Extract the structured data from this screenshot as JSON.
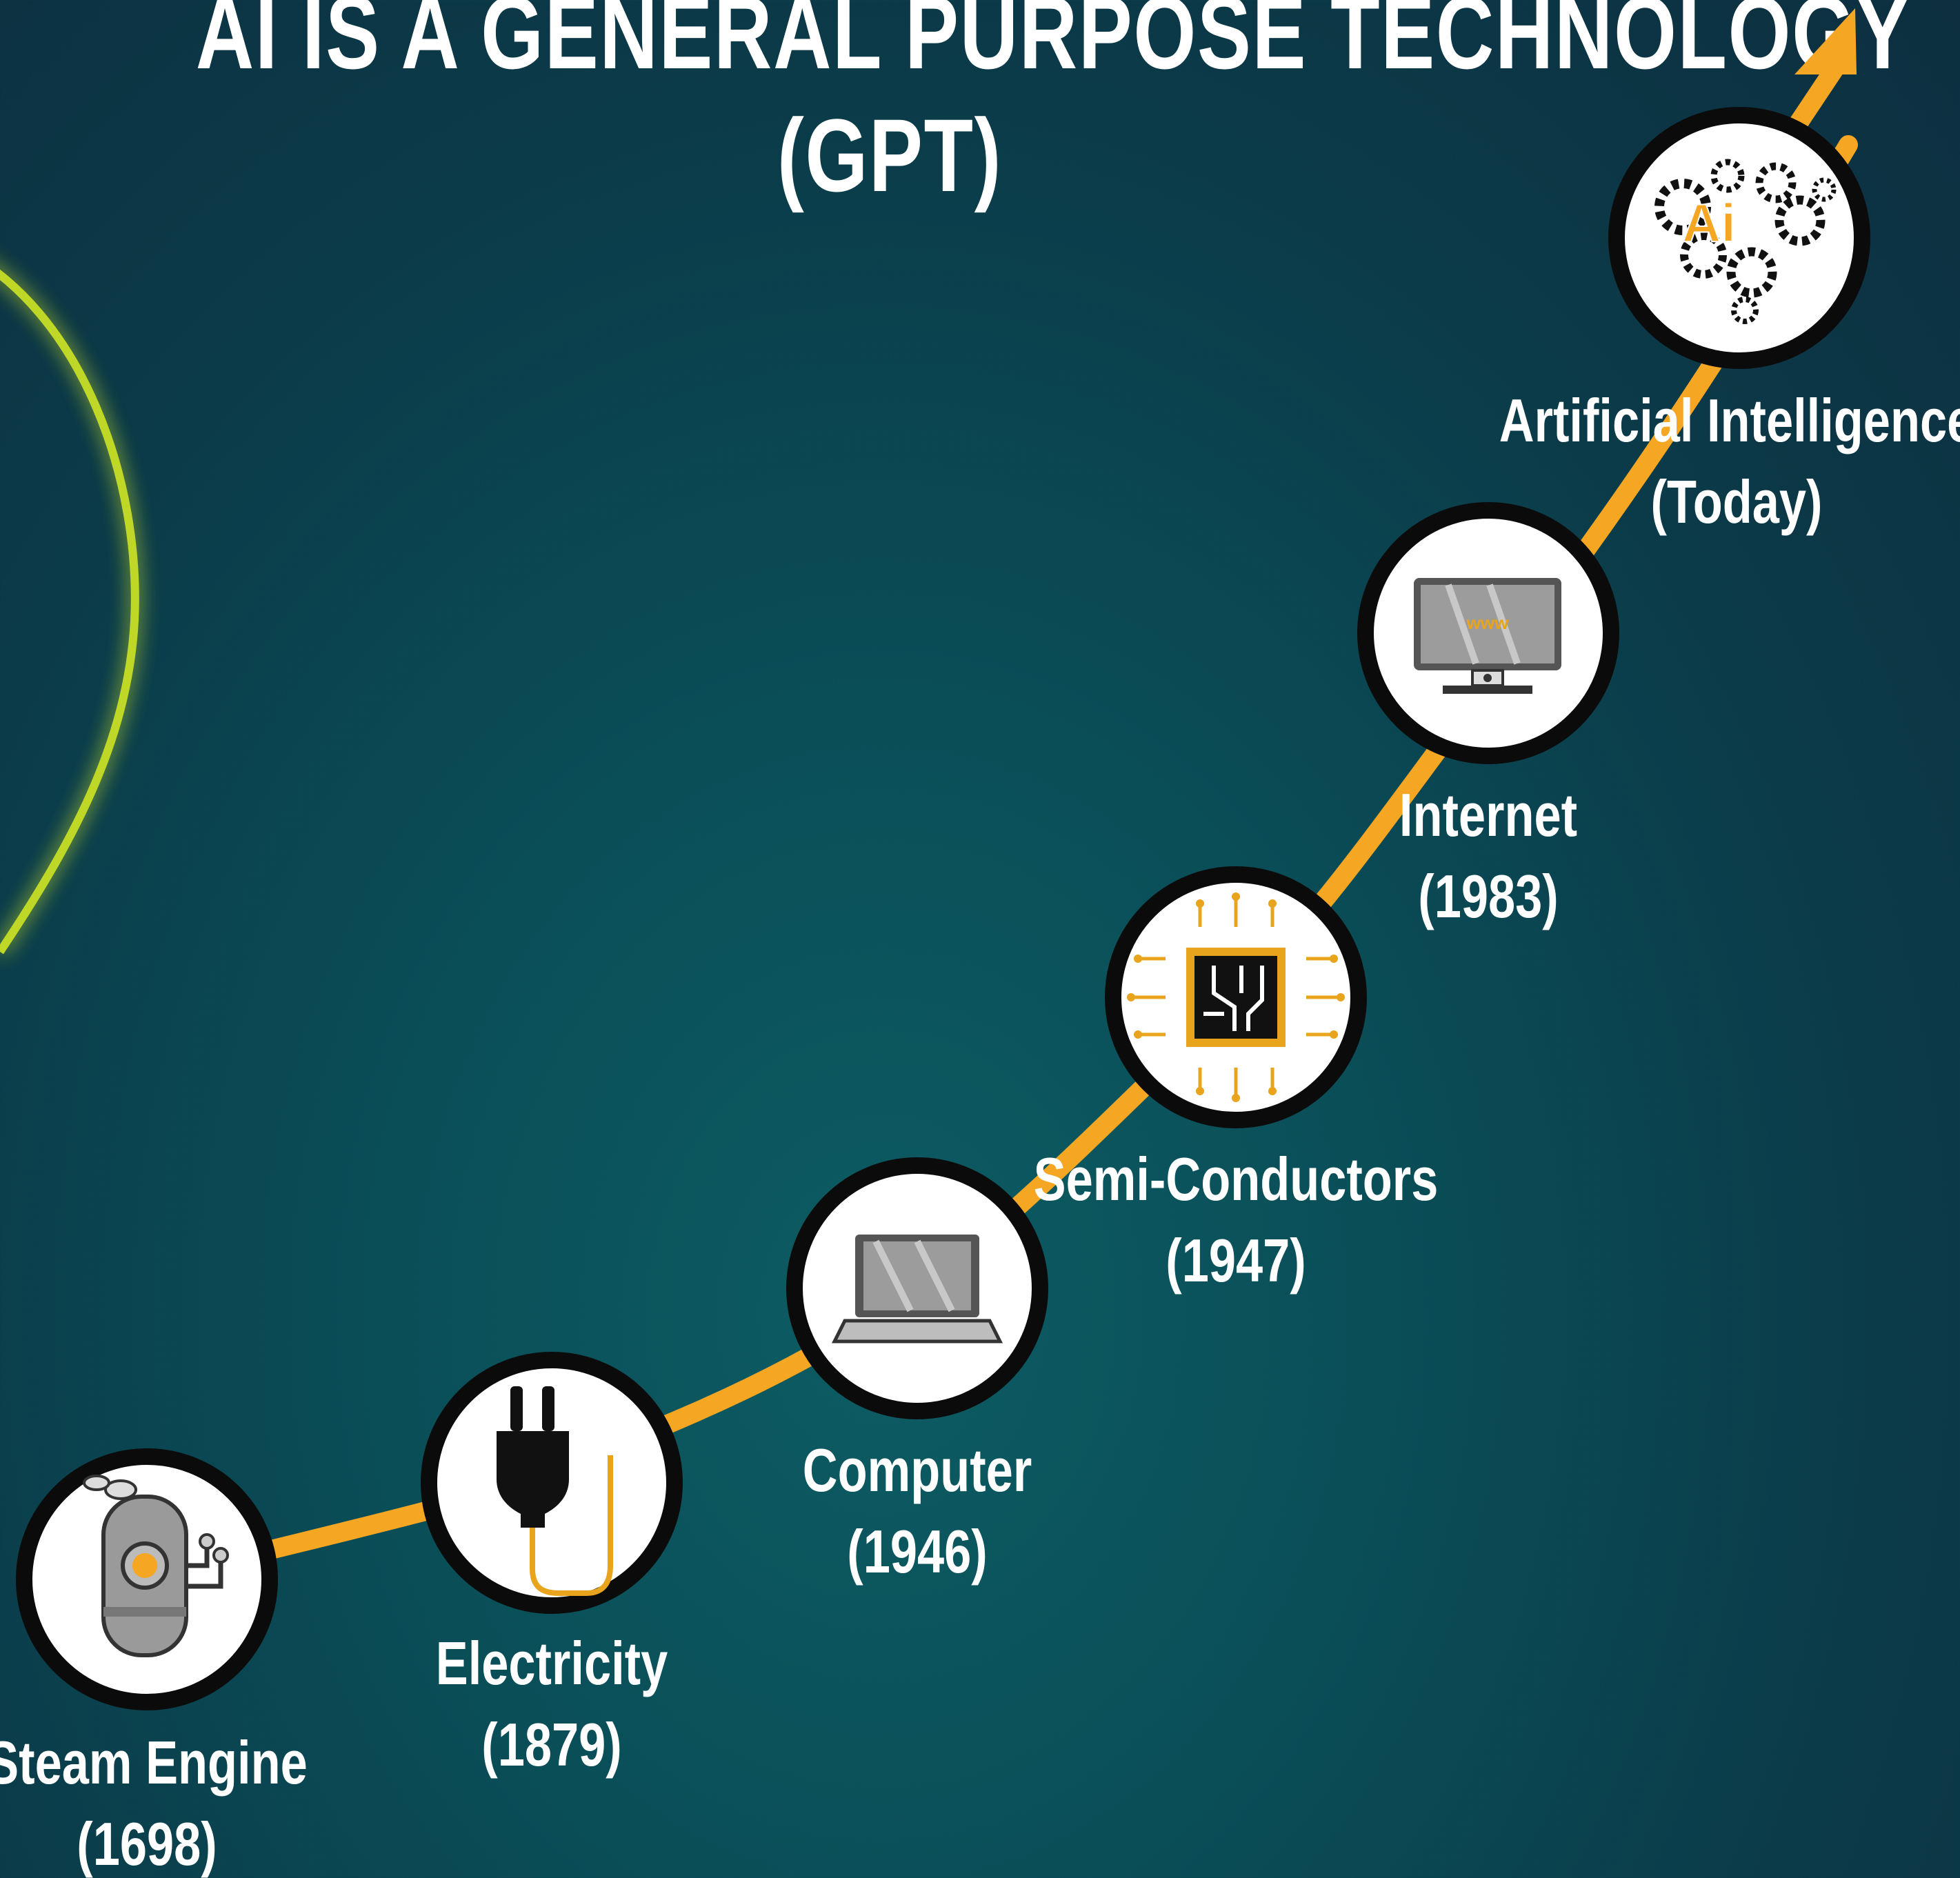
{
  "title": {
    "line1": "AI IS A GENERAL PURPOSE TECHNOLOGY",
    "line2": "(GPT)"
  },
  "colors": {
    "path": "#f5a623",
    "bulb_glow": "#c9e027",
    "circle_ring": "#0b0b0b",
    "circle_fill": "#ffffff",
    "accent": "#e8a41c"
  },
  "milestones": [
    {
      "id": "steam-engine",
      "name": "Steam Engine",
      "year": "(1698)",
      "icon": "steam-engine-icon"
    },
    {
      "id": "electricity",
      "name": "Electricity",
      "year": "(1879)",
      "icon": "electric-plug-icon"
    },
    {
      "id": "computer",
      "name": "Computer",
      "year": "(1946)",
      "icon": "laptop-icon"
    },
    {
      "id": "semi-conductors",
      "name": "Semi-Conductors",
      "year": "(1947)",
      "icon": "microchip-icon"
    },
    {
      "id": "internet",
      "name": "Internet",
      "year": "(1983)",
      "icon": "monitor-www-icon"
    },
    {
      "id": "artificial-intelligence",
      "name": "Artificial Intelligence",
      "year": "(Today)",
      "icon": "ai-brain-gears-icon"
    }
  ],
  "icon_text": {
    "www": "www",
    "ai": "Ai"
  }
}
